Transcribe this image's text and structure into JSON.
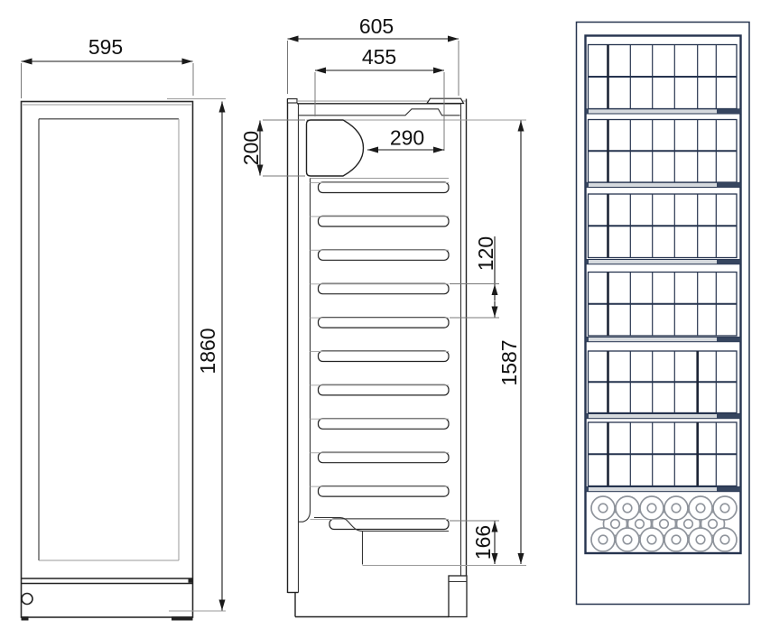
{
  "drawing": {
    "kind": "technical-dimension-drawing",
    "description": "Three orthographic views of an upright glass-door bottle cabinet: front view, side section view with shelves, and interior front view with bottle racks"
  },
  "dimensions": {
    "overall_width": "595",
    "overall_height": "1860",
    "overall_depth": "605",
    "interior_depth": "455",
    "shelf_depth": "290",
    "top_section_height": "200",
    "shelf_spacing": "120",
    "interior_height": "1587",
    "base_height": "166"
  },
  "structure": {
    "side_view_shelf_count": 11,
    "rack_section_count": 6,
    "rack_columns": 7,
    "bottle_rows_bottom": [
      6,
      5,
      6
    ]
  },
  "colors": {
    "line_dark": "#222222",
    "line_gray": "#9a9a9a",
    "rack_navy": "#26344f",
    "shelf_bar_fill": "#d6dade",
    "shelf_bar_cap": "#36455f",
    "bottle_gray": "#8f949c"
  }
}
